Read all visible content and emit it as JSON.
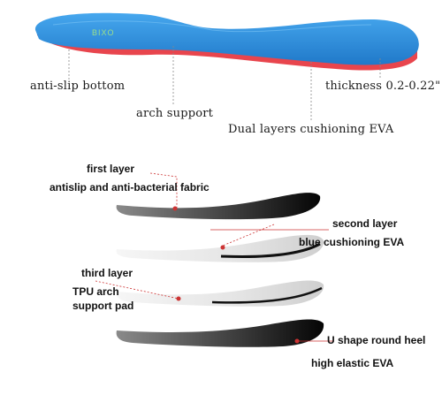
{
  "top_section": {
    "brand_mark": "BIXO",
    "labels": {
      "anti_slip": "anti-slip bottom",
      "arch_support": "arch support",
      "thickness": "thickness 0.2-0.22\"",
      "dual_layers": "Dual layers cushioning EVA"
    },
    "colors": {
      "top_blue": "#2f8fdc",
      "edge_red": "#e8454d"
    }
  },
  "layers_section": {
    "labels": {
      "first_layer": "first layer",
      "antislip_fabric": "antislip and anti-bacterial fabric",
      "second_layer": "second layer",
      "blue_eva": "blue cushioning EVA",
      "third_layer": "third layer",
      "tpu_arch": "TPU arch",
      "support_pad": "support pad",
      "u_shape": "U shape round heel",
      "high_elastic": "high elastic EVA"
    }
  }
}
